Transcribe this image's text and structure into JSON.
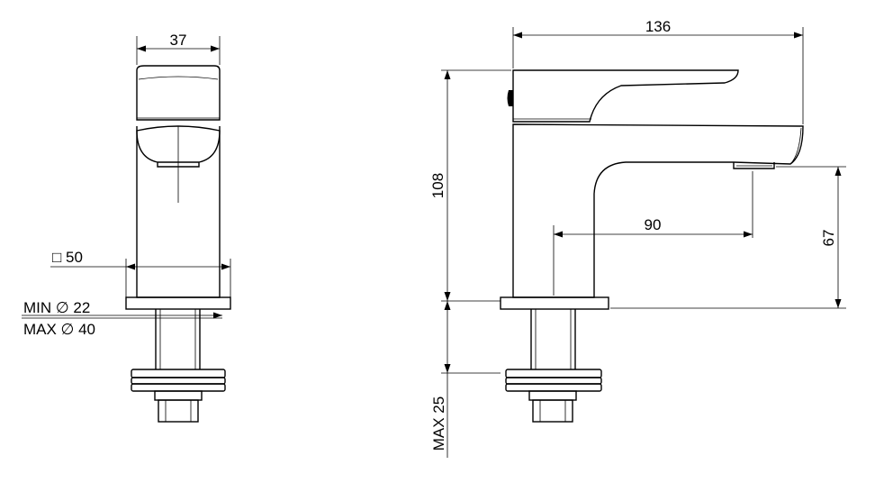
{
  "front_view": {
    "width_label": "37",
    "base_label": "□ 50",
    "hole_min_label": "MIN ∅ 22",
    "hole_max_label": "MAX ∅ 40"
  },
  "side_view": {
    "length_label": "136",
    "height_label": "108",
    "spout_reach_label": "90",
    "spout_height_label": "67",
    "deck_thickness_label": "MAX 25"
  },
  "colors": {
    "line": "#000000",
    "background": "#ffffff"
  }
}
